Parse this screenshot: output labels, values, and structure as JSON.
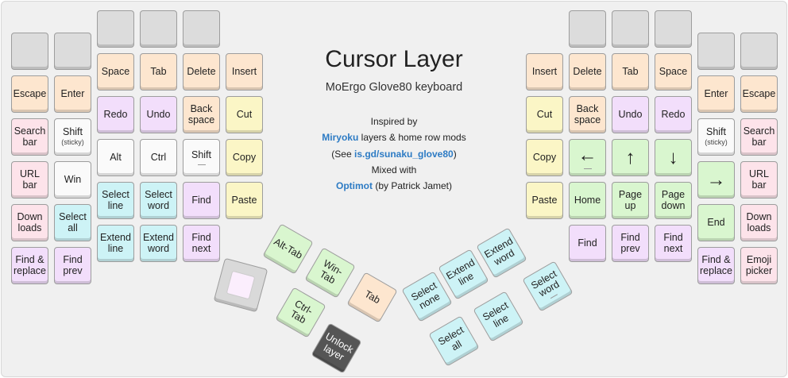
{
  "title": "Cursor Layer",
  "subtitle": "MoErgo Glove80 keyboard",
  "info": {
    "inspired_by": "Inspired by",
    "miryoku": "Miryoku",
    "miryoku_rest": " layers & home row mods",
    "see_open": "(See ",
    "see_link": "is.gd/sunaku_glove80",
    "see_close": ")",
    "mixed_with": "Mixed with",
    "optimot": "Optimot",
    "optimot_rest": " (by Patrick Jamet)"
  },
  "colors": {
    "orange": "#fde6cf",
    "pink": "#fde3ea",
    "purple": "#f2defb",
    "yellow": "#fbf6c6",
    "green": "#d9f6cf",
    "cyan": "#cdf3f6",
    "white": "#fafafa",
    "dark": "#555555",
    "empty": "#dcdcdc",
    "link": "#2d7bc4"
  },
  "keys": {
    "l_col0": [
      {
        "id": "empty",
        "lines": [
          ""
        ],
        "color": "empty"
      },
      {
        "id": "escape",
        "lines": [
          "Escape"
        ],
        "color": "orange"
      },
      {
        "id": "search-bar",
        "lines": [
          "Search",
          "bar"
        ],
        "color": "pink"
      },
      {
        "id": "url-bar",
        "lines": [
          "URL",
          "bar"
        ],
        "color": "pink"
      },
      {
        "id": "downloads",
        "lines": [
          "Down",
          "loads"
        ],
        "color": "pink"
      },
      {
        "id": "find-replace",
        "lines": [
          "Find &",
          "replace"
        ],
        "color": "purple"
      }
    ],
    "l_col1": [
      {
        "id": "empty",
        "lines": [
          ""
        ],
        "color": "empty"
      },
      {
        "id": "enter",
        "lines": [
          "Enter"
        ],
        "color": "orange"
      },
      {
        "id": "shift-sticky",
        "lines": [
          "Shift"
        ],
        "sub": "(sticky)",
        "color": "white"
      },
      {
        "id": "win",
        "lines": [
          "Win"
        ],
        "color": "white"
      },
      {
        "id": "select-all",
        "lines": [
          "Select",
          "all"
        ],
        "color": "cyan"
      },
      {
        "id": "find-prev",
        "lines": [
          "Find",
          "prev"
        ],
        "color": "purple"
      }
    ],
    "l_col2": [
      {
        "id": "empty",
        "lines": [
          ""
        ],
        "color": "empty"
      },
      {
        "id": "space",
        "lines": [
          "Space"
        ],
        "color": "orange"
      },
      {
        "id": "redo",
        "lines": [
          "Redo"
        ],
        "color": "purple"
      },
      {
        "id": "alt",
        "lines": [
          "Alt"
        ],
        "color": "white"
      },
      {
        "id": "select-line",
        "lines": [
          "Select",
          "line"
        ],
        "color": "cyan"
      },
      {
        "id": "extend-line",
        "lines": [
          "Extend",
          "line"
        ],
        "color": "cyan"
      }
    ],
    "l_col3": [
      {
        "id": "empty",
        "lines": [
          ""
        ],
        "color": "empty"
      },
      {
        "id": "tab",
        "lines": [
          "Tab"
        ],
        "color": "orange"
      },
      {
        "id": "undo",
        "lines": [
          "Undo"
        ],
        "color": "purple"
      },
      {
        "id": "ctrl",
        "lines": [
          "Ctrl"
        ],
        "color": "white"
      },
      {
        "id": "select-word",
        "lines": [
          "Select",
          "word"
        ],
        "color": "cyan"
      },
      {
        "id": "extend-word",
        "lines": [
          "Extend",
          "word"
        ],
        "color": "cyan"
      }
    ],
    "l_col4": [
      {
        "id": "empty",
        "lines": [
          ""
        ],
        "color": "empty"
      },
      {
        "id": "delete",
        "lines": [
          "Delete"
        ],
        "color": "orange"
      },
      {
        "id": "backspace",
        "lines": [
          "Back",
          "space"
        ],
        "color": "orange"
      },
      {
        "id": "shift",
        "lines": [
          "Shift"
        ],
        "mark": true,
        "color": "white"
      },
      {
        "id": "find",
        "lines": [
          "Find"
        ],
        "color": "purple"
      },
      {
        "id": "find-next",
        "lines": [
          "Find",
          "next"
        ],
        "color": "purple"
      }
    ],
    "l_col5": [
      {
        "id": "insert",
        "lines": [
          "Insert"
        ],
        "color": "orange"
      },
      {
        "id": "cut",
        "lines": [
          "Cut"
        ],
        "color": "yellow"
      },
      {
        "id": "copy",
        "lines": [
          "Copy"
        ],
        "color": "yellow"
      },
      {
        "id": "paste",
        "lines": [
          "Paste"
        ],
        "color": "yellow"
      }
    ],
    "r_col0": [
      {
        "id": "insert",
        "lines": [
          "Insert"
        ],
        "color": "orange"
      },
      {
        "id": "cut",
        "lines": [
          "Cut"
        ],
        "color": "yellow"
      },
      {
        "id": "copy",
        "lines": [
          "Copy"
        ],
        "color": "yellow"
      },
      {
        "id": "paste",
        "lines": [
          "Paste"
        ],
        "color": "yellow"
      }
    ],
    "r_col1": [
      {
        "id": "empty",
        "lines": [
          ""
        ],
        "color": "empty"
      },
      {
        "id": "delete",
        "lines": [
          "Delete"
        ],
        "color": "orange"
      },
      {
        "id": "backspace",
        "lines": [
          "Back",
          "space"
        ],
        "color": "orange"
      },
      {
        "id": "left-arrow",
        "lines": [
          "←"
        ],
        "arrow": true,
        "mark": true,
        "color": "green"
      },
      {
        "id": "home",
        "lines": [
          "Home"
        ],
        "color": "green"
      },
      {
        "id": "find",
        "lines": [
          "Find"
        ],
        "color": "purple"
      }
    ],
    "r_col2": [
      {
        "id": "empty",
        "lines": [
          ""
        ],
        "color": "empty"
      },
      {
        "id": "tab",
        "lines": [
          "Tab"
        ],
        "color": "orange"
      },
      {
        "id": "undo",
        "lines": [
          "Undo"
        ],
        "color": "purple"
      },
      {
        "id": "up-arrow",
        "lines": [
          "↑"
        ],
        "arrow": true,
        "color": "green"
      },
      {
        "id": "page-up",
        "lines": [
          "Page",
          "up"
        ],
        "color": "green"
      },
      {
        "id": "find-prev",
        "lines": [
          "Find",
          "prev"
        ],
        "color": "purple"
      }
    ],
    "r_col3": [
      {
        "id": "empty",
        "lines": [
          ""
        ],
        "color": "empty"
      },
      {
        "id": "space",
        "lines": [
          "Space"
        ],
        "color": "orange"
      },
      {
        "id": "redo",
        "lines": [
          "Redo"
        ],
        "color": "purple"
      },
      {
        "id": "down-arrow",
        "lines": [
          "↓"
        ],
        "arrow": true,
        "color": "green"
      },
      {
        "id": "page-down",
        "lines": [
          "Page",
          "down"
        ],
        "color": "green"
      },
      {
        "id": "find-next",
        "lines": [
          "Find",
          "next"
        ],
        "color": "purple"
      }
    ],
    "r_col4": [
      {
        "id": "empty",
        "lines": [
          ""
        ],
        "color": "empty"
      },
      {
        "id": "enter",
        "lines": [
          "Enter"
        ],
        "color": "orange"
      },
      {
        "id": "shift-sticky",
        "lines": [
          "Shift"
        ],
        "sub": "(sticky)",
        "color": "white"
      },
      {
        "id": "right-arrow",
        "lines": [
          "→"
        ],
        "arrow": true,
        "color": "green"
      },
      {
        "id": "end",
        "lines": [
          "End"
        ],
        "color": "green"
      },
      {
        "id": "find-replace",
        "lines": [
          "Find &",
          "replace"
        ],
        "color": "purple"
      }
    ],
    "r_col5": [
      {
        "id": "empty",
        "lines": [
          ""
        ],
        "color": "empty"
      },
      {
        "id": "escape",
        "lines": [
          "Escape"
        ],
        "color": "orange"
      },
      {
        "id": "search-bar",
        "lines": [
          "Search",
          "bar"
        ],
        "color": "pink"
      },
      {
        "id": "url-bar",
        "lines": [
          "URL",
          "bar"
        ],
        "color": "pink"
      },
      {
        "id": "downloads",
        "lines": [
          "Down",
          "loads"
        ],
        "color": "pink"
      },
      {
        "id": "emoji-picker",
        "lines": [
          "Emoji",
          "picker"
        ],
        "color": "pink"
      }
    ],
    "l_thumbs": [
      {
        "id": "alt-tab",
        "lines": [
          "Alt-Tab"
        ],
        "color": "green"
      },
      {
        "id": "win-tab",
        "lines": [
          "Win-",
          "Tab"
        ],
        "color": "green"
      },
      {
        "id": "tab",
        "lines": [
          "Tab"
        ],
        "color": "orange"
      },
      {
        "id": "layer-thumb",
        "lines": [
          ""
        ],
        "thumb": true,
        "color": "gray"
      },
      {
        "id": "ctrl-tab",
        "lines": [
          "Ctrl-",
          "Tab"
        ],
        "color": "green"
      },
      {
        "id": "unlock-layer",
        "lines": [
          "Unlock",
          "layer"
        ],
        "color": "dark"
      }
    ],
    "r_thumbs": [
      {
        "id": "select-none",
        "lines": [
          "Select",
          "none"
        ],
        "color": "cyan"
      },
      {
        "id": "extend-line",
        "lines": [
          "Extend",
          "line"
        ],
        "color": "cyan"
      },
      {
        "id": "extend-word",
        "lines": [
          "Extend",
          "word"
        ],
        "color": "cyan"
      },
      {
        "id": "select-all",
        "lines": [
          "Select",
          "all"
        ],
        "color": "cyan"
      },
      {
        "id": "select-line",
        "lines": [
          "Select",
          "line"
        ],
        "color": "cyan"
      },
      {
        "id": "select-word",
        "lines": [
          "Select",
          "word"
        ],
        "mark": true,
        "color": "cyan"
      }
    ]
  }
}
